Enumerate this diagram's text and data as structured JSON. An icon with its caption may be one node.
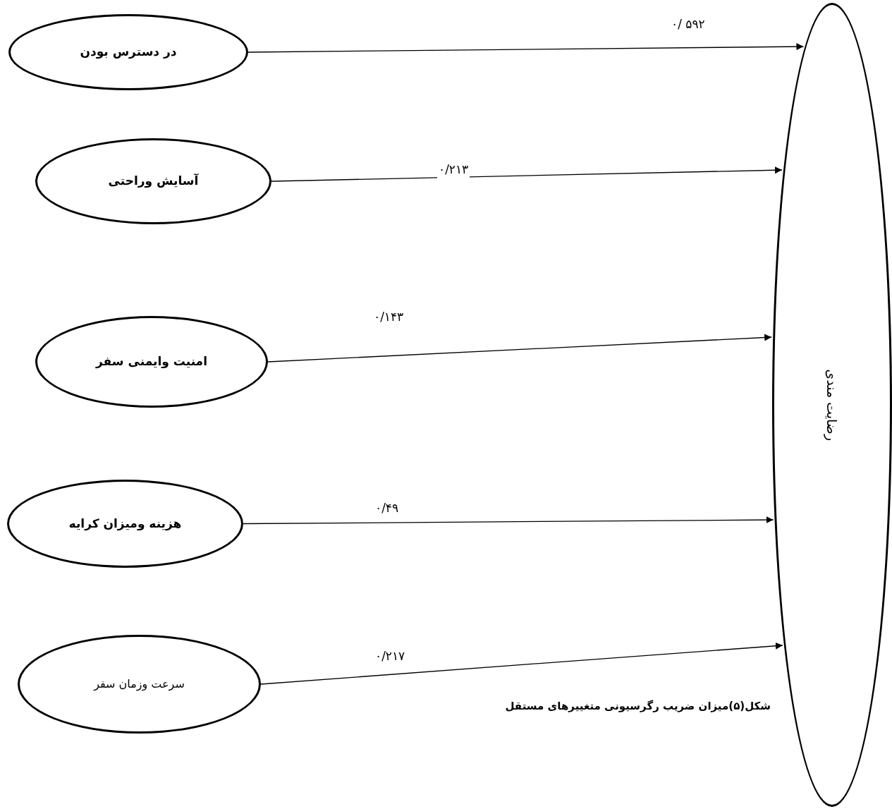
{
  "diagram": {
    "caption": "شکل(۵)میزان ضریب رگرسیونی متغییرهای مستقل",
    "nodes": [
      {
        "text": [
          "در دسترس بودن"
        ]
      },
      {
        "text": [
          "آسایش وراحتی"
        ]
      },
      {
        "text": [
          "امنیت وایمنی سفر"
        ]
      },
      {
        "text": [
          "هزینه ومیزان کرایه"
        ]
      },
      {
        "text": [
          "سرعت وزمان سفر"
        ]
      },
      {
        "text": [
          "رضایت مندی"
        ]
      }
    ],
    "edges": [
      {
        "from": 0,
        "to": 5,
        "arrow": "to",
        "label": "۰/ ۵۹۲"
      },
      {
        "from": 1,
        "to": 5,
        "arrow": "to",
        "label": "۰/۲۱۳"
      },
      {
        "from": 2,
        "to": 5,
        "arrow": "to",
        "label": "۰/۱۴۳"
      },
      {
        "from": 3,
        "to": 5,
        "arrow": "to",
        "label": "۰/۴۹"
      },
      {
        "from": 4,
        "to": 5,
        "arrow": "to",
        "label": "۰/۲۱۷"
      }
    ]
  }
}
